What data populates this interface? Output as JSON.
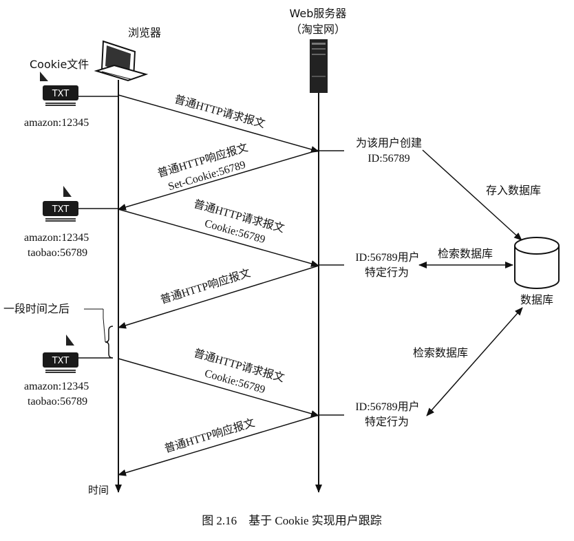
{
  "headers": {
    "browser": "浏览器",
    "server_line1": "Web服务器",
    "server_line2": "（淘宝网）",
    "cookie_file": "Cookie文件",
    "time_axis": "时间"
  },
  "cookie_files": [
    {
      "icon_text": "TXT",
      "lines": [
        "amazon:12345"
      ]
    },
    {
      "icon_text": "TXT",
      "lines": [
        "amazon:12345",
        "taobao:56789"
      ]
    },
    {
      "icon_text": "TXT",
      "lines": [
        "amazon:12345",
        "taobao:56789"
      ]
    }
  ],
  "messages": [
    {
      "direction": "request",
      "lines": [
        "普通HTTP请求报文"
      ]
    },
    {
      "direction": "response",
      "lines": [
        "普通HTTP响应报文",
        "Set-Cookie:56789"
      ]
    },
    {
      "direction": "request",
      "lines": [
        "普通HTTP请求报文",
        "Cookie:56789"
      ]
    },
    {
      "direction": "response",
      "lines": [
        "普通HTTP响应报文"
      ]
    },
    {
      "direction": "request",
      "lines": [
        "普通HTTP请求报文",
        "Cookie:56789"
      ]
    },
    {
      "direction": "response",
      "lines": [
        "普通HTTP响应报文"
      ]
    }
  ],
  "server_notes": [
    {
      "lines": [
        "为该用户创建",
        "ID:56789"
      ]
    },
    {
      "lines": [
        "ID:56789用户",
        "特定行为"
      ]
    },
    {
      "lines": [
        "ID:56789用户",
        "特定行为"
      ]
    }
  ],
  "database": {
    "label": "数据库",
    "store_label": "存入数据库",
    "lookup_label_1": "检索数据库",
    "lookup_label_2": "检索数据库"
  },
  "gap_label": "一段时间之后",
  "caption": "图 2.16　基于 Cookie 实现用户跟踪"
}
